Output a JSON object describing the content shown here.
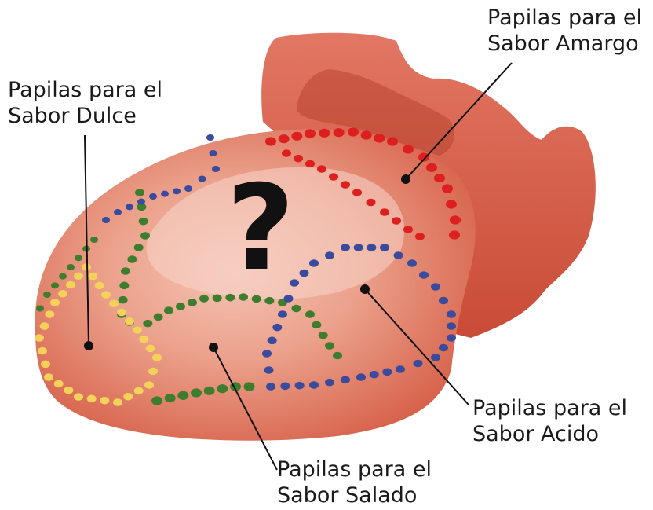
{
  "diagram": {
    "center_mark": "?",
    "labels": {
      "dulce": {
        "line1": "Papilas para el",
        "line2": "Sabor Dulce"
      },
      "amargo": {
        "line1": "Papilas para el",
        "line2": "Sabor Amargo"
      },
      "acido": {
        "line1": "Papilas para el",
        "line2": "Sabor Acido"
      },
      "salado": {
        "line1": "Papilas para el",
        "line2": "Sabor Salado"
      }
    },
    "colors": {
      "tongue": "#d9654f",
      "tongue_light": "#f2b09c",
      "dulce": "#f4d25a",
      "salado": "#3f7d2e",
      "acido": "#3a4a9c",
      "amargo": "#dd1f1f",
      "leader": "#111111"
    }
  }
}
